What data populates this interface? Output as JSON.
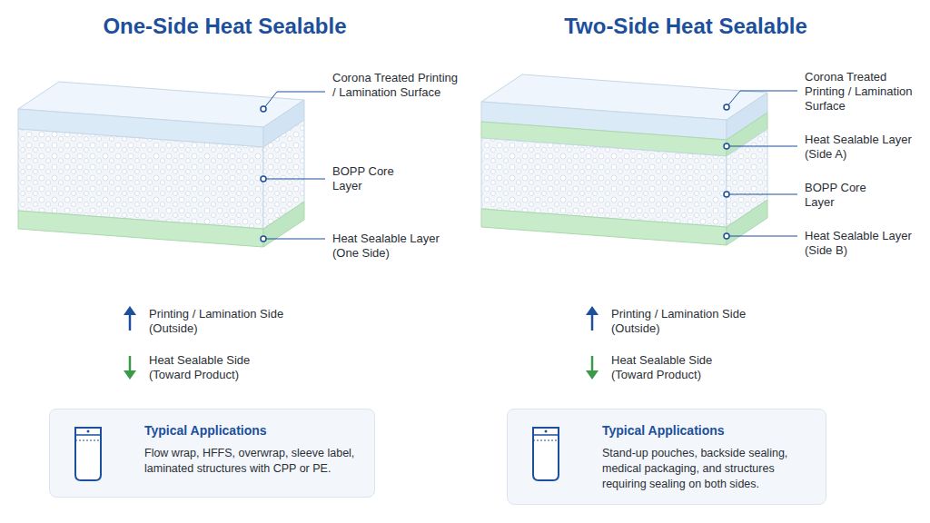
{
  "diagram": {
    "nodes": [
      {
        "text": [
          "Typical Applications",
          "Flow wrap, HFFS, overwrap, sleeve label, laminated structures with CPP or PE."
        ]
      },
      {
        "text": [
          "Typical Applications",
          "Stand-up pouches, backside sealing, medical packaging, and structures requiring sealing on both sides."
        ]
      }
    ],
    "labels": [
      "One-Side Heat Sealable",
      "Corona Treated Printing / Lamination Surface",
      "BOPP Core Layer",
      "Heat Sealable Layer (One Side)",
      "Printing / Lamination Side (Outside)",
      "Heat Sealable Side (Toward Product)",
      "Two-Side Heat Sealable",
      "Corona Treated Printing / Lamination Surface",
      "Heat Sealable Layer (Side A)",
      "BOPP Core Layer",
      "Heat Sealable Layer (Side B)",
      "Printing / Lamination Side (Outside)",
      "Heat Sealable Side (Toward Product)"
    ]
  }
}
